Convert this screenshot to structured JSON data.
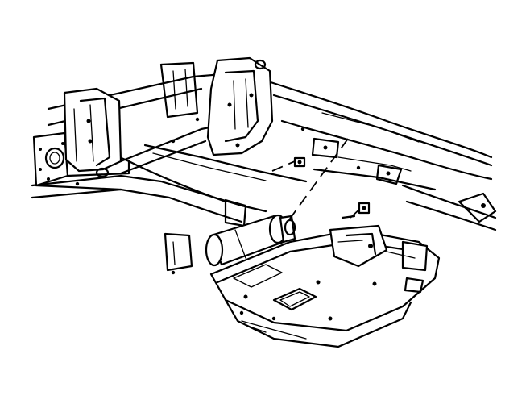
{
  "illustration": {
    "colors": {
      "line": "#000000",
      "background": "#ffffff"
    },
    "parts": [
      {
        "id": "vehicle-frame",
        "icon": "frame-rail-icon"
      },
      {
        "id": "front-crossmember",
        "icon": "crossmember-icon"
      },
      {
        "id": "left-bumper-bracket",
        "icon": "bracket-icon"
      },
      {
        "id": "center-mount",
        "icon": "mount-bracket-icon"
      },
      {
        "id": "transfer-case-skid-plate",
        "icon": "skid-plate-icon"
      },
      {
        "id": "actuator-canister",
        "icon": "cylinder-icon"
      },
      {
        "id": "mounting-bolt-upper",
        "icon": "bolt-icon"
      },
      {
        "id": "mounting-bolt-lower",
        "icon": "bolt-icon"
      },
      {
        "id": "wiring-connector",
        "icon": "connector-icon"
      }
    ]
  }
}
